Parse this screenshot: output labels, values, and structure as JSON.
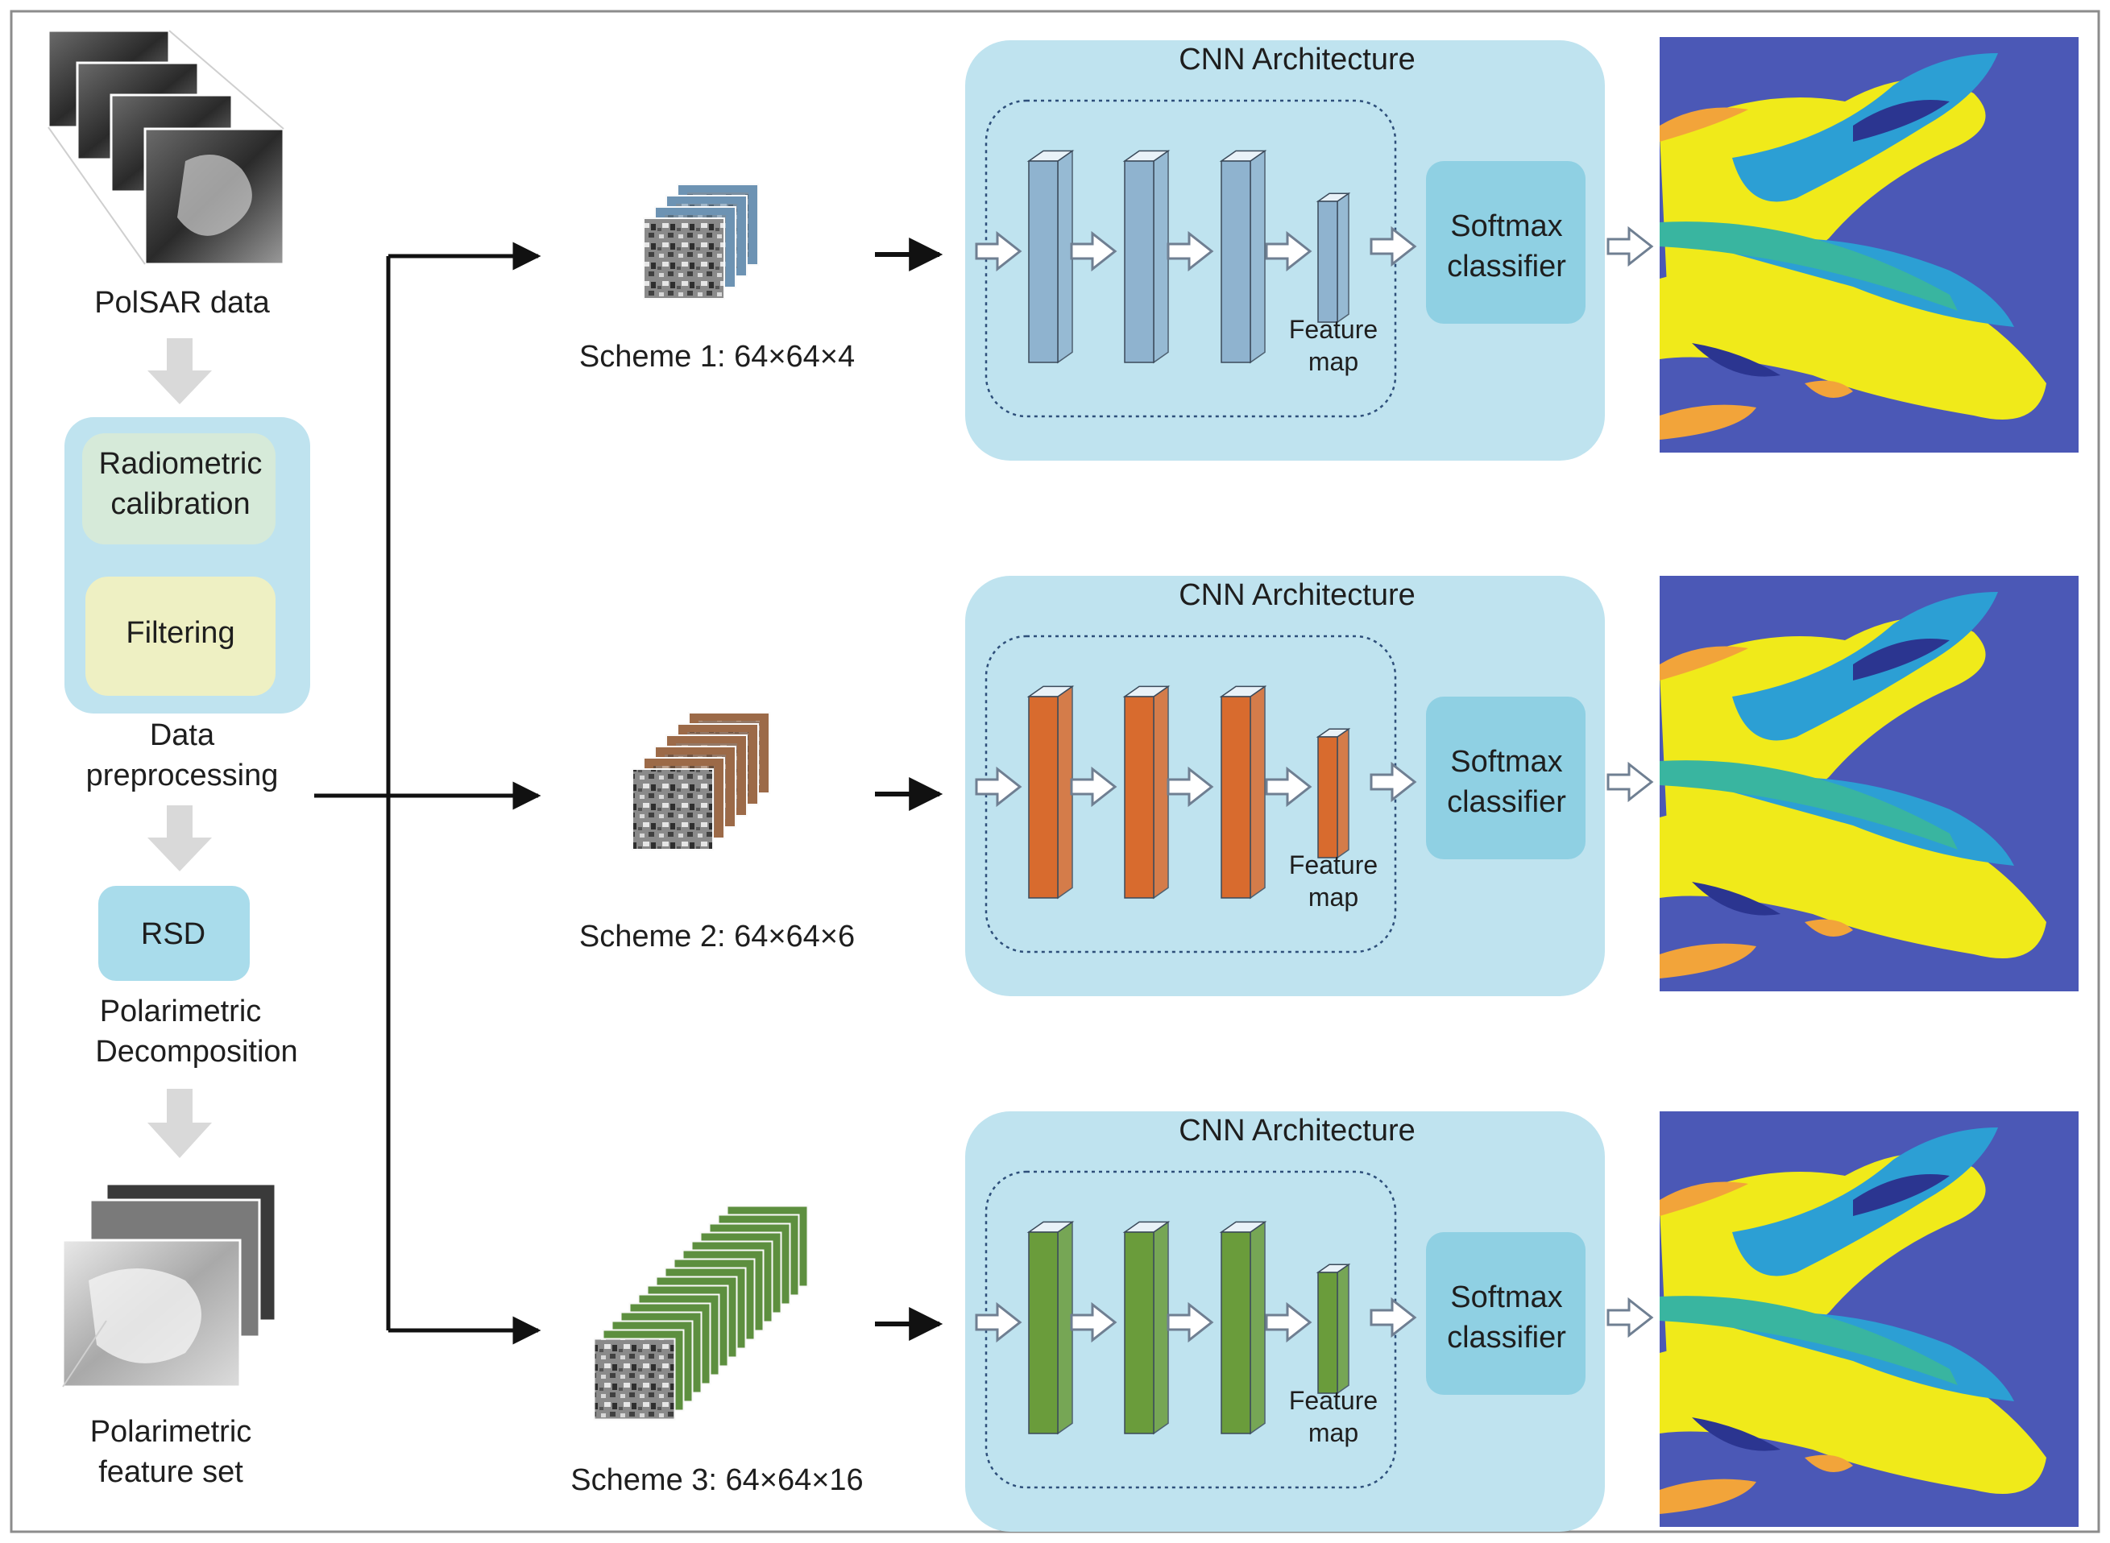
{
  "left_column": {
    "polsar_label": "PolSAR data",
    "radiometric_label_1": "Radiometric",
    "radiometric_label_2": "calibration",
    "filtering_label": "Filtering",
    "preprocessing_label_1": "Data",
    "preprocessing_label_2": "preprocessing",
    "rsd_label": "RSD",
    "decomposition_label_1": "Polarimetric",
    "decomposition_label_2": "Decomposition",
    "feature_set_label_1": "Polarimetric",
    "feature_set_label_2": "feature set"
  },
  "schemes": [
    {
      "label": "Scheme 1: 64×64×4",
      "stack_count": 4,
      "layer_color": "#8fb3cf",
      "stack_tint": "#6d93b3"
    },
    {
      "label": "Scheme 2: 64×64×6",
      "stack_count": 6,
      "layer_color": "#d86b2e",
      "stack_tint": "#9c6a48"
    },
    {
      "label": "Scheme 3: 64×64×16",
      "stack_count": 16,
      "layer_color": "#6a9c3b",
      "stack_tint": "#5d8f3f"
    }
  ],
  "cnn": {
    "title": "CNN Architecture",
    "softmax_label_1": "Softmax",
    "softmax_label_2": "classifier",
    "feature_map_label_1": "Feature",
    "feature_map_label_2": "map"
  },
  "colors": {
    "cnn_panel": "#bfe3ef",
    "softmax_box": "#8fd0e3",
    "preprocess_panel": "#bfe3ef",
    "radiometric_box": "#d6ead9",
    "filtering_box": "#eef0c3",
    "rsd_box": "#a9dceb",
    "map_water": "#4b58b6",
    "map_cyan": "#2c9fd4",
    "map_yellow": "#f0ea1a",
    "map_orange": "#f2a43a",
    "map_teal": "#39b5a0"
  }
}
